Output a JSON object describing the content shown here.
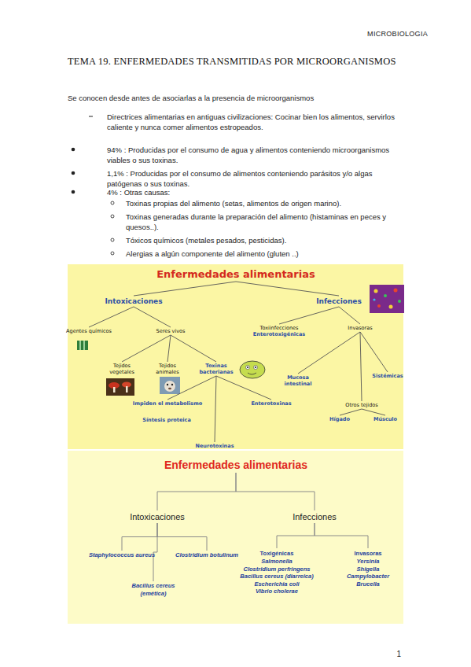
{
  "diagram": {
    "title": "TEMA 19. ENFERMEDADES TRANSMITIDAS POR MICROORGANISMOS",
    "nodes": [
      {
        "text": [
          "Enfermedades alimentarias"
        ]
      },
      {
        "text": [
          "Intoxicaciones"
        ]
      },
      {
        "text": [
          "Infecciones"
        ]
      },
      {
        "text": [
          "Agentes químicos"
        ]
      },
      {
        "text": [
          "Seres vivos"
        ]
      },
      {
        "text": [
          "Tejidos vegetales"
        ]
      },
      {
        "text": [
          "Tejidos animales"
        ]
      },
      {
        "text": [
          "Toxinas bacterianas"
        ]
      },
      {
        "text": [
          "Impiden el metabolismo"
        ]
      },
      {
        "text": [
          "Enterotoxinas"
        ]
      },
      {
        "text": [
          "Neurotoxinas"
        ]
      },
      {
        "text": [
          "Toxiinfecciones",
          "Enterotoxigénicas"
        ]
      },
      {
        "text": [
          "Invasoras"
        ]
      },
      {
        "text": [
          "Mucosa intestinal"
        ]
      },
      {
        "text": [
          "Sistémicas"
        ]
      },
      {
        "text": [
          "Otros tejidos"
        ]
      },
      {
        "text": [
          "Hígado"
        ]
      },
      {
        "text": [
          "Músculo"
        ]
      },
      {
        "text": [
          "Enfermedades alimentarias"
        ]
      },
      {
        "text": [
          "Intoxicaciones"
        ]
      },
      {
        "text": [
          "Infecciones"
        ]
      },
      {
        "text": [
          "Staphylococcus aureus"
        ]
      },
      {
        "text": [
          "Clostridium botulinum"
        ]
      },
      {
        "text": [
          "Bacillus cereus (emética)"
        ]
      },
      {
        "text": [
          "Toxigénicas",
          "Salmonella",
          "Clostridium perfringens",
          "Bacillus cereus (diarreica)",
          "Escherichia coli",
          "Vibrio cholerae"
        ]
      },
      {
        "text": [
          "Invasoras",
          "Yersinia",
          "Shigella",
          "Campylobacter",
          "Brucella"
        ]
      }
    ],
    "edges": [
      {
        "from": 0,
        "to": 1,
        "arrow": "none"
      },
      {
        "from": 0,
        "to": 2,
        "arrow": "none"
      },
      {
        "from": 1,
        "to": 3,
        "arrow": "none"
      },
      {
        "from": 1,
        "to": 4,
        "arrow": "none"
      },
      {
        "from": 4,
        "to": 5,
        "arrow": "none"
      },
      {
        "from": 4,
        "to": 6,
        "arrow": "none"
      },
      {
        "from": 4,
        "to": 7,
        "arrow": "none"
      },
      {
        "from": 7,
        "to": 8,
        "arrow": "none"
      },
      {
        "from": 7,
        "to": 9,
        "arrow": "none"
      },
      {
        "from": 7,
        "to": 10,
        "arrow": "none"
      },
      {
        "from": 2,
        "to": 11,
        "arrow": "none"
      },
      {
        "from": 2,
        "to": 12,
        "arrow": "none"
      },
      {
        "from": 12,
        "to": 13,
        "arrow": "none"
      },
      {
        "from": 12,
        "to": 14,
        "arrow": "none"
      },
      {
        "from": 12,
        "to": 15,
        "arrow": "none"
      },
      {
        "from": 15,
        "to": 16,
        "arrow": "none"
      },
      {
        "from": 15,
        "to": 17,
        "arrow": "none"
      },
      {
        "from": 18,
        "to": 19,
        "arrow": "none"
      },
      {
        "from": 18,
        "to": 20,
        "arrow": "none"
      },
      {
        "from": 19,
        "to": 21,
        "arrow": "none"
      },
      {
        "from": 19,
        "to": 22,
        "arrow": "none"
      },
      {
        "from": 19,
        "to": 23,
        "arrow": "none"
      },
      {
        "from": 20,
        "to": 24,
        "arrow": "none"
      },
      {
        "from": 20,
        "to": 25,
        "arrow": "none"
      }
    ],
    "labels": [
      "MICROBIOLOGIA",
      "Se conocen desde antes de asociarlas a la presencia de microorganismos",
      "Directrices alimentarias en antiguas civilizaciones: Cocinar bien los alimentos, servirlos caliente y nunca comer alimentos estropeados.",
      "94% : Producidas por el consumo de agua y alimentos conteniendo microorganismos viables o sus toxinas.",
      "1,1% : Producidas por el consumo de alimentos conteniendo parásitos y/o algas patógenas o sus toxinas.",
      "4% : Otras causas:",
      "Toxinas propias del alimento (setas, alimentos de origen marino).",
      "Toxinas generadas durante la preparación del alimento (histaminas en peces y quesos..).",
      "Tóxicos químicos (metales pesados, pesticidas).",
      "Alergias a algún componente del alimento (gluten ..)",
      "Síntesis proteica",
      "1"
    ]
  }
}
